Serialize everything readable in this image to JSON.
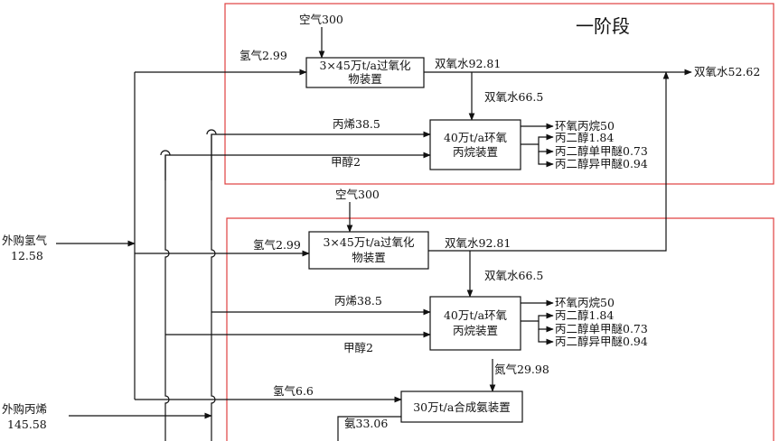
{
  "stage1": {
    "title": "一阶段",
    "air": "空气300",
    "hydrogen_in": "氢气2.99",
    "h2o2_unit": [
      "3×45万t/a过氧化",
      "物装置"
    ],
    "h2o2_out": "双氧水92.81",
    "h2o2_to_po": "双氧水66.5",
    "h2o2_product": "双氧水52.62",
    "propylene_in": "丙烯38.5",
    "methanol_in": "甲醇2",
    "po_unit": [
      "40万t/a环氧",
      "丙烷装置"
    ],
    "outputs": [
      "环氧丙烷50",
      "丙二醇1.84",
      "丙二醇单甲醚0.73",
      "丙二醇异甲醚0.94"
    ]
  },
  "stage2": {
    "air": "空气300",
    "hydrogen_in": "氢气2.99",
    "h2o2_unit": [
      "3×45万t/a过氧化",
      "物装置"
    ],
    "h2o2_out": "双氧水92.81",
    "h2o2_to_po": "双氧水66.5",
    "propylene_in": "丙烯38.5",
    "methanol_in": "甲醇2",
    "po_unit": [
      "40万t/a环氧",
      "丙烷装置"
    ],
    "outputs": [
      "环氧丙烷50",
      "丙二醇1.84",
      "丙二醇单甲醚0.73",
      "丙二醇异甲醚0.94"
    ],
    "hydrogen_nh3": "氢气6.6",
    "nitrogen_in": "氮气29.98",
    "nh3_unit": "30万t/a合成氨装置",
    "nh3_out": "氨33.06"
  },
  "external": {
    "hydrogen_label": "外购氢气",
    "hydrogen_value": "12.58",
    "propylene_label": "外购丙烯",
    "propylene_value": "145.58"
  }
}
